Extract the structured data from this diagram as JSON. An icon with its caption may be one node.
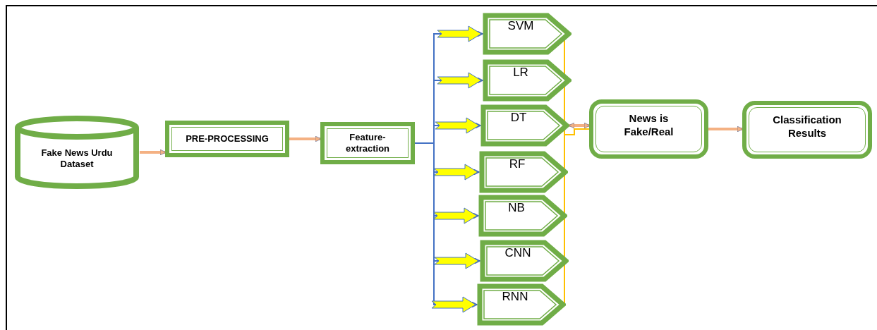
{
  "diagram": {
    "nodes": [
      {
        "text": [
          "Fake News Urdu Dataset"
        ]
      },
      {
        "text": [
          "PRE-PROCESSING"
        ]
      },
      {
        "text": [
          "Feature-extraction"
        ]
      },
      {
        "text": [
          "SVM"
        ]
      },
      {
        "text": [
          "LR"
        ]
      },
      {
        "text": [
          "DT"
        ]
      },
      {
        "text": [
          "RF"
        ]
      },
      {
        "text": [
          "NB"
        ]
      },
      {
        "text": [
          "CNN"
        ]
      },
      {
        "text": [
          "RNN"
        ]
      },
      {
        "text": [
          "News is Fake/Real"
        ]
      },
      {
        "text": [
          "Classification Results"
        ]
      }
    ],
    "edges": [
      {
        "from": 0,
        "to": 1,
        "arrow": "to",
        "color": "#f4b183",
        "style": "thick"
      },
      {
        "from": 1,
        "to": 2,
        "arrow": "to",
        "color": "#f4b183",
        "style": "thick"
      },
      {
        "from": 2,
        "to": 3,
        "arrow": "to"
      },
      {
        "from": 2,
        "to": 4,
        "arrow": "to"
      },
      {
        "from": 2,
        "to": 5,
        "arrow": "to"
      },
      {
        "from": 2,
        "to": 6,
        "arrow": "to"
      },
      {
        "from": 2,
        "to": 7,
        "arrow": "to"
      },
      {
        "from": 2,
        "to": 8,
        "arrow": "to"
      },
      {
        "from": 2,
        "to": 9,
        "arrow": "to"
      },
      {
        "from": 3,
        "to": 10,
        "arrow": "none",
        "color": "#ffc000"
      },
      {
        "from": 4,
        "to": 10,
        "arrow": "none",
        "color": "#ffc000"
      },
      {
        "from": 5,
        "to": 10,
        "arrow": "both",
        "color": "#f4b183",
        "style": "thick"
      },
      {
        "from": 6,
        "to": 10,
        "arrow": "none",
        "color": "#ffc000"
      },
      {
        "from": 7,
        "to": 10,
        "arrow": "none",
        "color": "#ffc000"
      },
      {
        "from": 8,
        "to": 10,
        "arrow": "none",
        "color": "#ffc000"
      },
      {
        "from": 9,
        "to": 10,
        "arrow": "none",
        "color": "#ffc000"
      },
      {
        "from": 10,
        "to": 11,
        "arrow": "to",
        "color": "#f4b183",
        "style": "thick"
      }
    ]
  }
}
